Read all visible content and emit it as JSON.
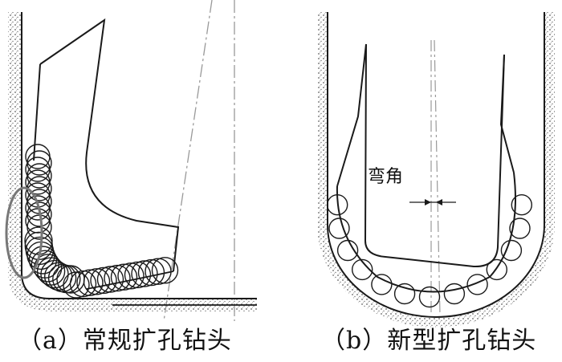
{
  "panel_a": {
    "caption": "（a）常规扩孔钻头"
  },
  "panel_b": {
    "caption": "（b）新型扩孔钻头",
    "annotation_label": "弯角"
  },
  "colors": {
    "line": "#1a1a1a",
    "center_line": "#999999",
    "gray_ellipse": "#777777",
    "stipple": "#444444"
  }
}
